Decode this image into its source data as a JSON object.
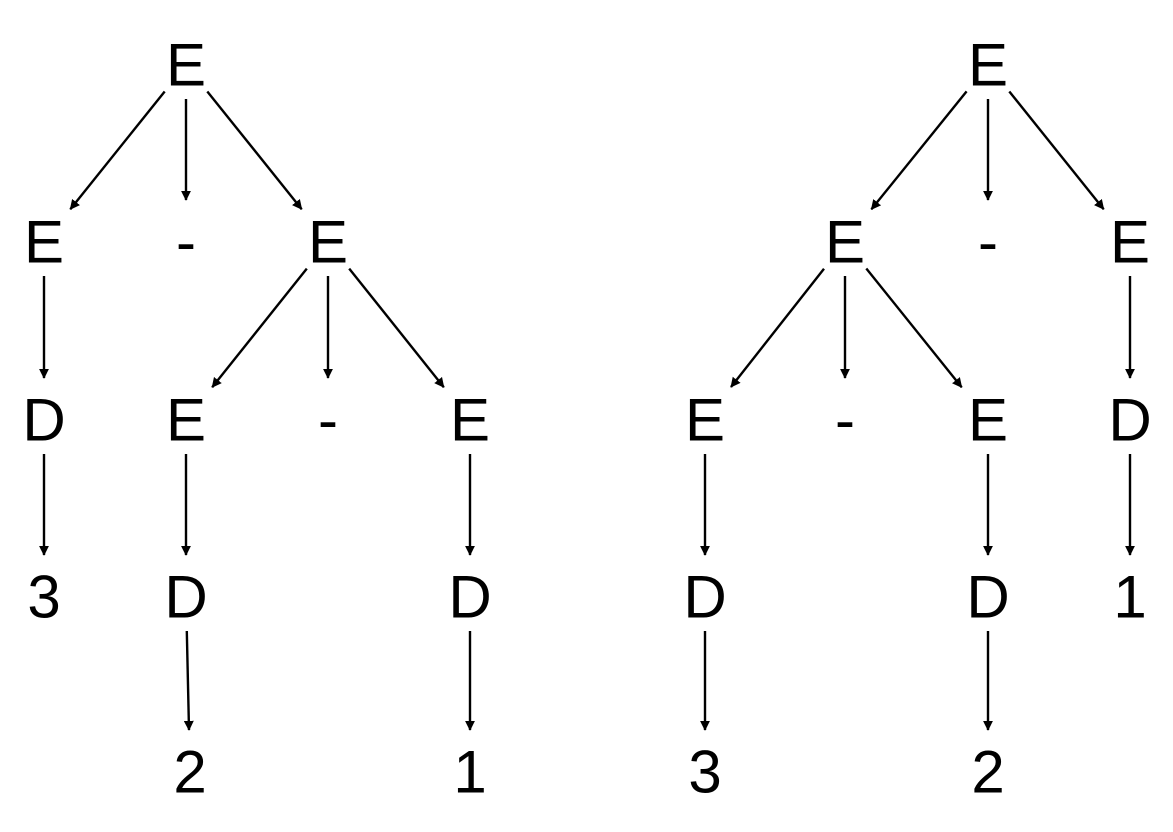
{
  "trees": [
    {
      "name": "left-parse-tree",
      "nodes": [
        {
          "id": "E0",
          "label": "E"
        },
        {
          "id": "E1",
          "label": "E"
        },
        {
          "id": "M1",
          "label": "-"
        },
        {
          "id": "E2",
          "label": "E"
        },
        {
          "id": "D1",
          "label": "D"
        },
        {
          "id": "E3",
          "label": "E"
        },
        {
          "id": "M2",
          "label": "-"
        },
        {
          "id": "E4",
          "label": "E"
        },
        {
          "id": "N3",
          "label": "3"
        },
        {
          "id": "D2",
          "label": "D"
        },
        {
          "id": "D3",
          "label": "D"
        },
        {
          "id": "N2",
          "label": "2"
        },
        {
          "id": "N1",
          "label": "1"
        }
      ],
      "edges": [
        [
          "E0",
          "E1"
        ],
        [
          "E0",
          "M1"
        ],
        [
          "E0",
          "E2"
        ],
        [
          "E1",
          "D1"
        ],
        [
          "D1",
          "N3"
        ],
        [
          "E2",
          "E3"
        ],
        [
          "E2",
          "M2"
        ],
        [
          "E2",
          "E4"
        ],
        [
          "E3",
          "D2"
        ],
        [
          "D2",
          "N2"
        ],
        [
          "E4",
          "D3"
        ],
        [
          "D3",
          "N1"
        ]
      ]
    },
    {
      "name": "right-parse-tree",
      "nodes": [
        {
          "id": "E0",
          "label": "E"
        },
        {
          "id": "E1",
          "label": "E"
        },
        {
          "id": "M1",
          "label": "-"
        },
        {
          "id": "E2",
          "label": "E"
        },
        {
          "id": "E3",
          "label": "E"
        },
        {
          "id": "M2",
          "label": "-"
        },
        {
          "id": "E4",
          "label": "E"
        },
        {
          "id": "D1",
          "label": "D"
        },
        {
          "id": "D2",
          "label": "D"
        },
        {
          "id": "D3",
          "label": "D"
        },
        {
          "id": "N1",
          "label": "1"
        },
        {
          "id": "N3",
          "label": "3"
        },
        {
          "id": "N2",
          "label": "2"
        }
      ],
      "edges": [
        [
          "E0",
          "E1"
        ],
        [
          "E0",
          "M1"
        ],
        [
          "E0",
          "E2"
        ],
        [
          "E1",
          "E3"
        ],
        [
          "E1",
          "M2"
        ],
        [
          "E1",
          "E4"
        ],
        [
          "E2",
          "D1"
        ],
        [
          "D1",
          "N1"
        ],
        [
          "E3",
          "D2"
        ],
        [
          "D2",
          "N3"
        ],
        [
          "E4",
          "D3"
        ],
        [
          "D3",
          "N2"
        ]
      ]
    }
  ]
}
